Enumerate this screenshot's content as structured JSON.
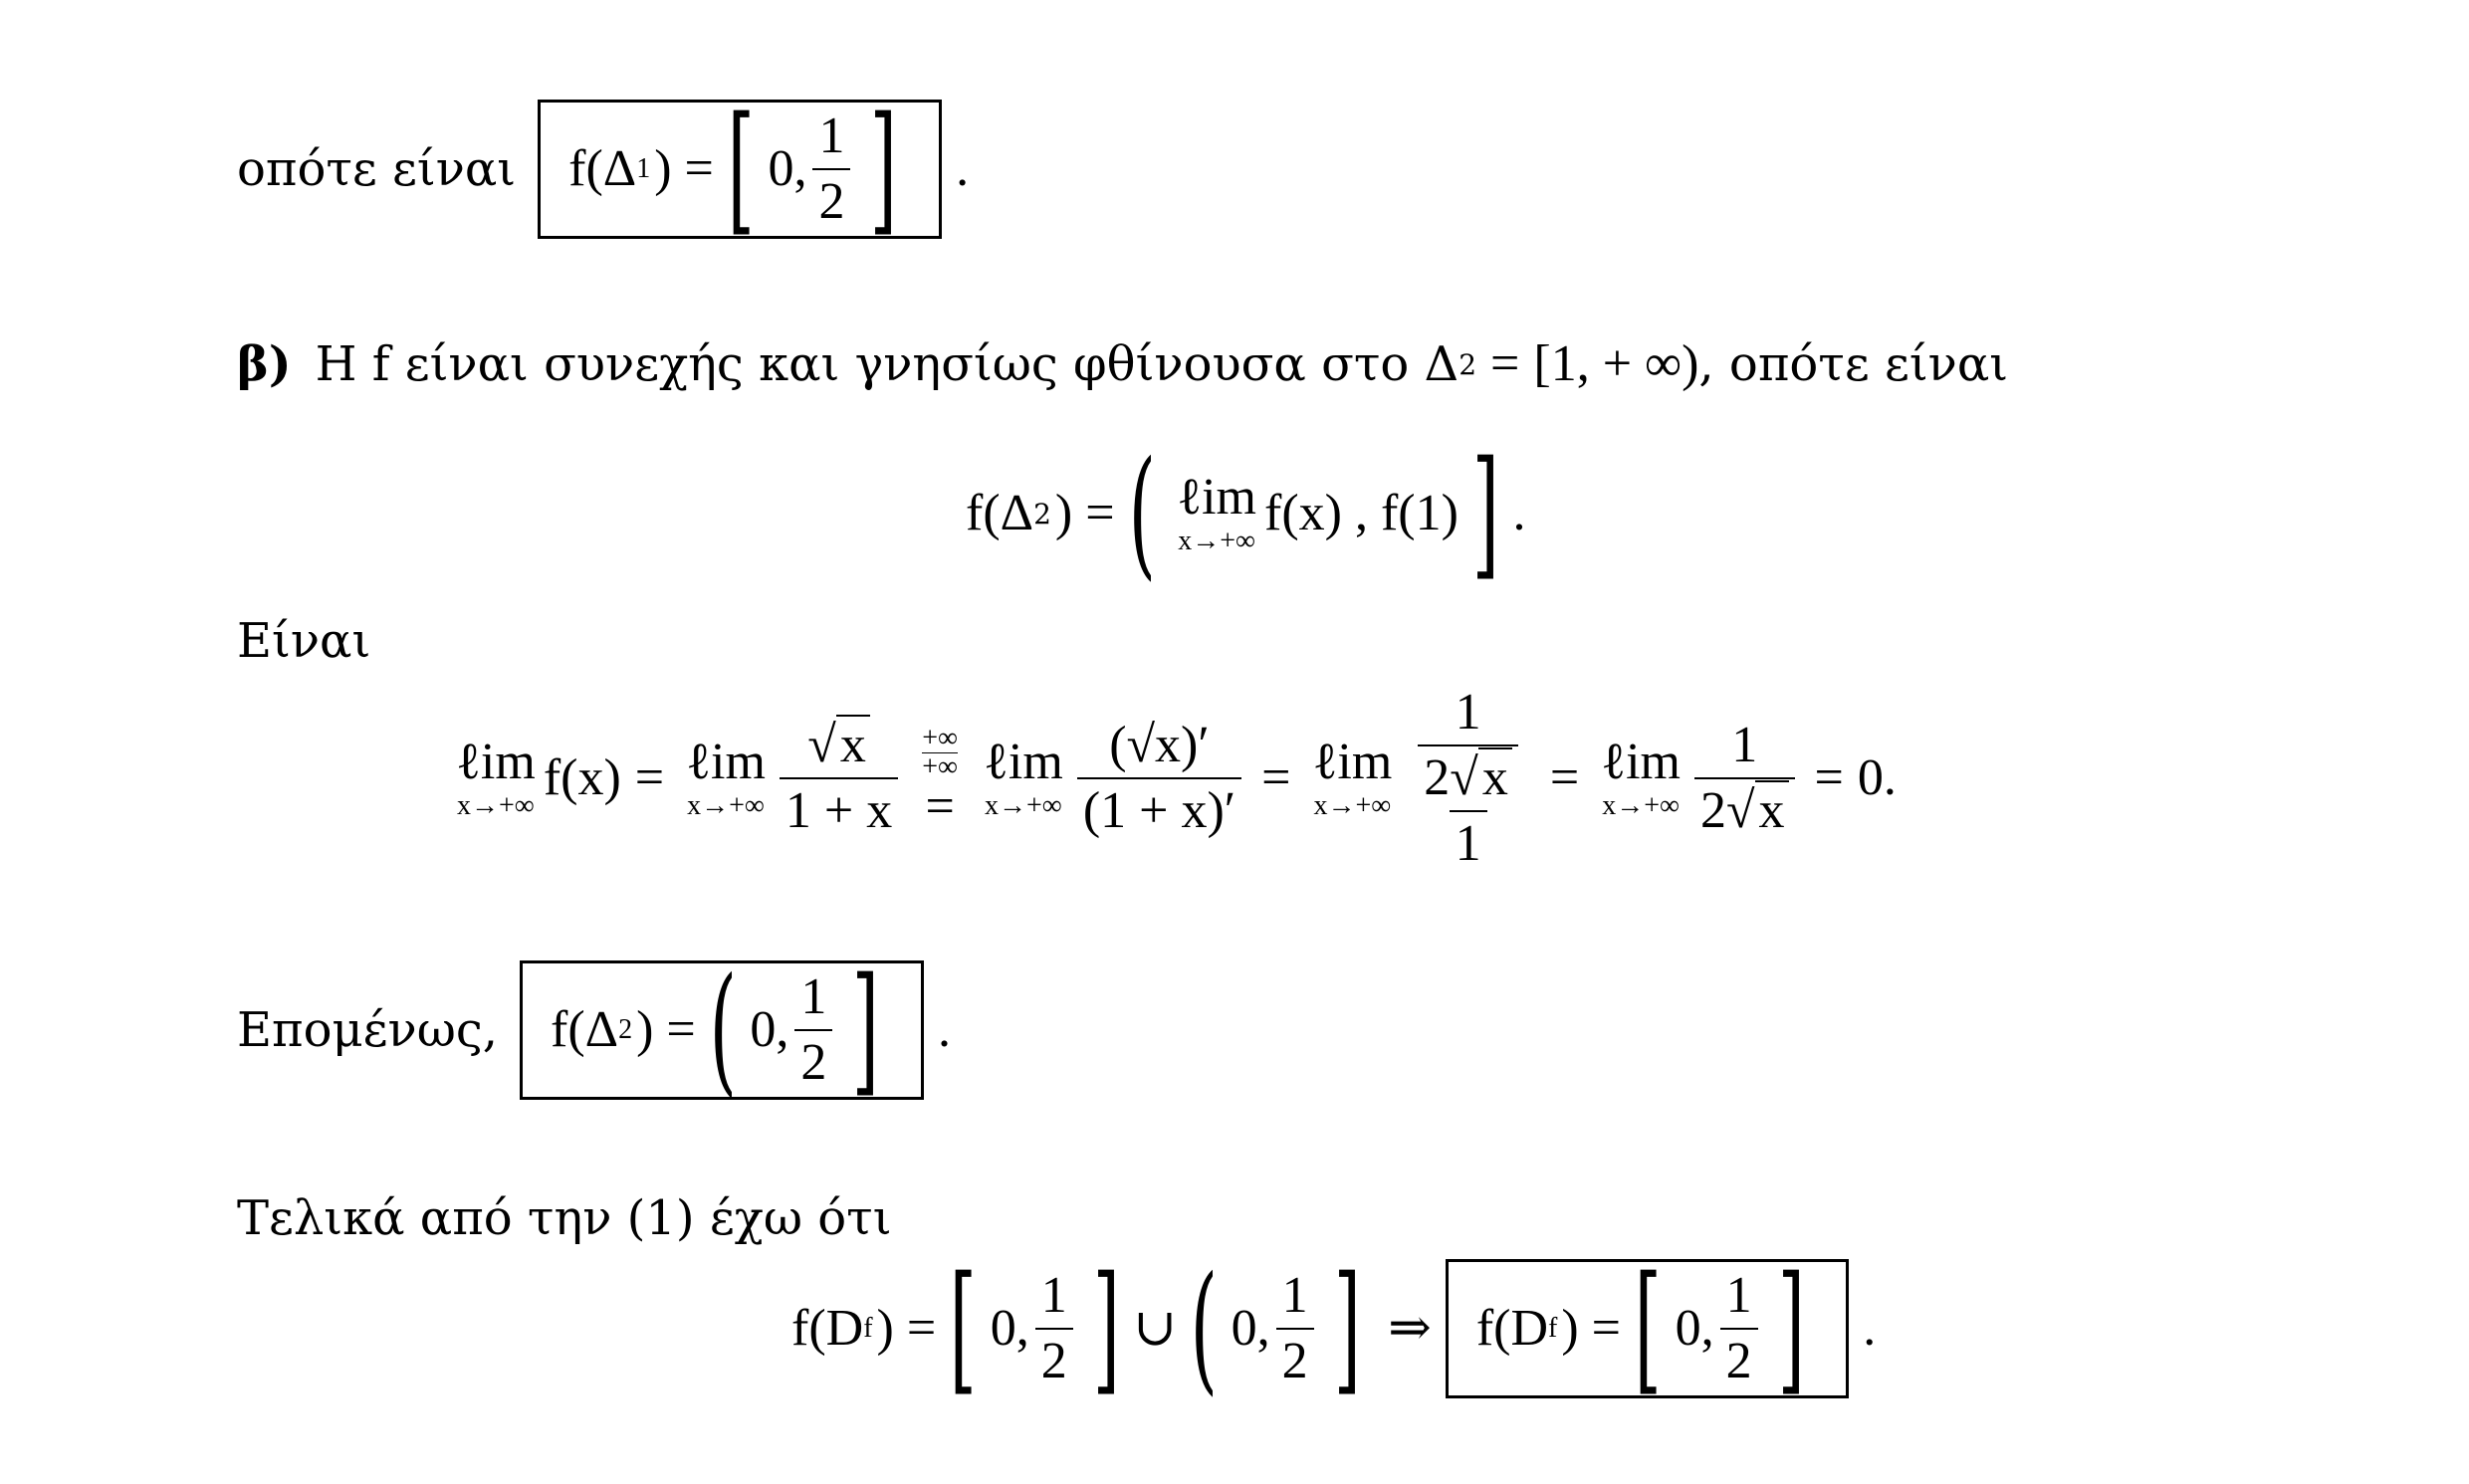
{
  "line1": {
    "text": "οπότε είναι",
    "box": "f(Δ",
    "sub": "1",
    "eq": ") =",
    "left": "[",
    "zero": "0,",
    "num": "1",
    "den": "2",
    "right": "]",
    "end": "."
  },
  "line2": {
    "label": "β)",
    "text": "Η f είναι συνεχής και γνησίως φθίνουσα στο Δ",
    "sub": "2",
    "eq": "=",
    "interval": "[1, + ∞)",
    "tail": ", οπότε είναι"
  },
  "line3": {
    "pre": "f(Δ",
    "sub": "2",
    "eq": ") =",
    "open": "(",
    "lim": "ℓim",
    "limsub": "x→+∞",
    "fx": "f(x) ,  f(1)",
    "close": "]",
    "end": "."
  },
  "line4": {
    "text": "Είναι"
  },
  "line5": {
    "lim": "ℓim",
    "limsub": "x→+∞",
    "fx": "f(x)",
    "eq": "=",
    "sqrtx": "x",
    "den1": "1 + x",
    "hospital_top": "+∞",
    "hospital_bot": "+∞",
    "num2": "(√x)′",
    "den2": "(1 + x)′",
    "one": "1",
    "two": "2",
    "zero": "0",
    "end": "."
  },
  "line6": {
    "text": "Επομένως,",
    "box": "f(Δ",
    "sub": "2",
    "eq": ") =",
    "left": "(",
    "zero": "0,",
    "num": "1",
    "den": "2",
    "right": "]",
    "end": "."
  },
  "line7": {
    "text": "Τελικά από την (1) έχω ότι"
  },
  "line8": {
    "pre": "f(D",
    "sub": "f",
    "eq": ") =",
    "zero": "0,",
    "num": "1",
    "den": "2",
    "union": "∪",
    "implies": "⇒",
    "end": "."
  }
}
